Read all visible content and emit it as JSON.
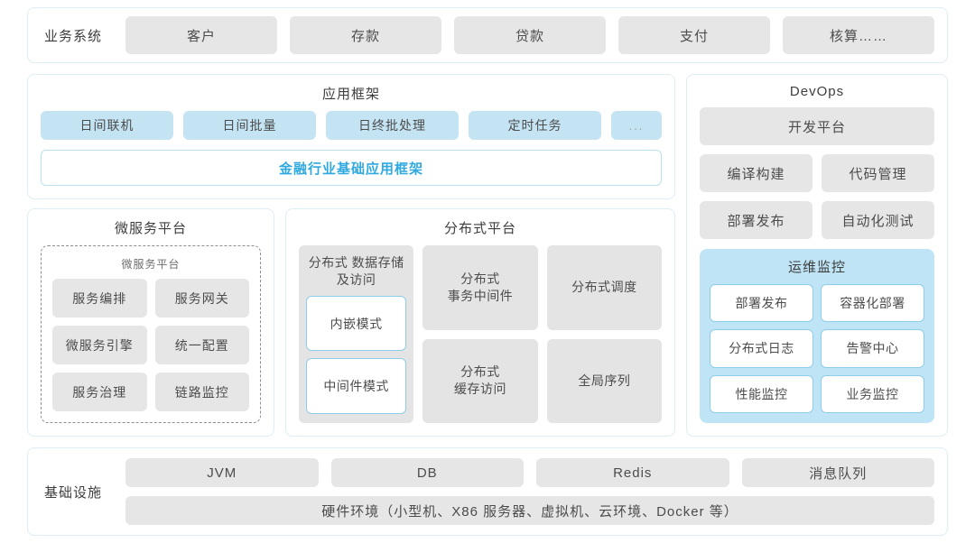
{
  "business_system": {
    "label": "业务系统",
    "items": [
      "客户",
      "存款",
      "贷款",
      "支付",
      "核算……"
    ]
  },
  "app_framework": {
    "title": "应用框架",
    "chips": [
      "日间联机",
      "日间批量",
      "日终批处理",
      "定时任务"
    ],
    "ellipsis_chip": "...",
    "base_framework": "金融行业基础应用框架"
  },
  "microservice_platform": {
    "title": "微服务平台",
    "inner_title": "微服务平台",
    "items": [
      "服务编排",
      "服务网关",
      "微服务引擎",
      "统一配置",
      "服务治理",
      "链路监控"
    ]
  },
  "distributed_platform": {
    "title": "分布式平台",
    "tall": {
      "title": "分布式\n数据存储及访问",
      "modes": [
        "内嵌模式",
        "中间件模式"
      ]
    },
    "cells": [
      "分布式\n事务中间件",
      "分布式调度",
      "分布式\n缓存访问",
      "全局序列"
    ]
  },
  "devops": {
    "title": "DevOps",
    "platform": "开发平台",
    "items": [
      "编译构建",
      "代码管理",
      "部署发布",
      "自动化测试"
    ],
    "ops_monitor": {
      "title": "运维监控",
      "items": [
        "部署发布",
        "容器化部署",
        "分布式日志",
        "告警中心",
        "性能监控",
        "业务监控"
      ]
    }
  },
  "infrastructure": {
    "label": "基础设施",
    "items": [
      "JVM",
      "DB",
      "Redis",
      "消息队列"
    ],
    "hardware": "硬件环境（小型机、X86 服务器、虚拟机、云环境、Docker 等）"
  },
  "colors": {
    "panel_border": "#ddeef4",
    "chip_gray": "#e6e6e6",
    "chip_blue": "#c4e4f4",
    "accent_blue": "#2fa9e0",
    "ops_bg": "#bfe4f5",
    "sub_border": "#8ecdea"
  }
}
